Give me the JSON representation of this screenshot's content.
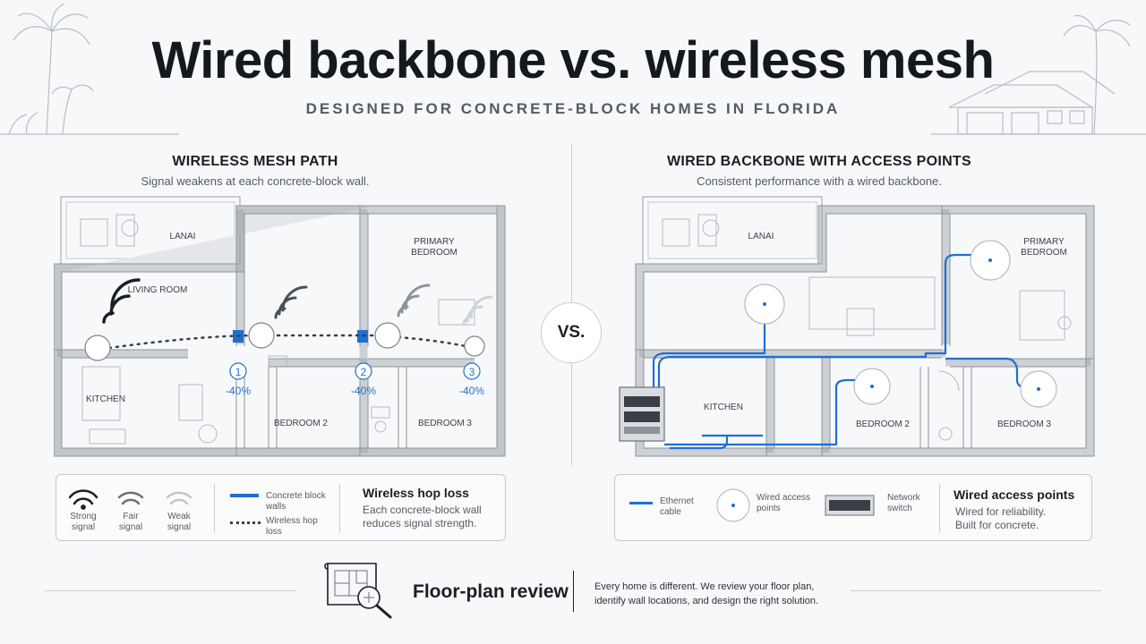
{
  "header": {
    "title": "Wired backbone vs. wireless mesh",
    "subtitle": "DESIGNED FOR CONCRETE-BLOCK HOMES IN FLORIDA"
  },
  "left_panel": {
    "title": "WIRELESS MESH PATH",
    "subtitle": "Signal weakens at each concrete-block wall.",
    "rooms": {
      "lanai": "LANAI",
      "primary_line1": "PRIMARY",
      "primary_line2": "BEDROOM",
      "living": "LIVING ROOM",
      "kitchen": "KITCHEN",
      "bedroom2": "BEDROOM 2",
      "bedroom3": "BEDROOM 3"
    },
    "hops": [
      {
        "num": "1",
        "loss": "-40%"
      },
      {
        "num": "2",
        "loss": "-40%"
      },
      {
        "num": "3",
        "loss": "-40%"
      }
    ],
    "legend": {
      "strong_line1": "Strong",
      "strong_line2": "signal",
      "fair_line1": "Fair",
      "fair_line2": "signal",
      "weak_line1": "Weak",
      "weak_line2": "signal",
      "wall_line1": "Concrete block",
      "wall_line2": "walls",
      "hop_line1": "Wireless hop",
      "hop_line2": "loss",
      "heading": "Wireless hop loss",
      "desc_line1": "Each concrete-block wall",
      "desc_line2": "reduces signal strength."
    }
  },
  "vs_label": "VS.",
  "right_panel": {
    "title": "WIRED BACKBONE WITH ACCESS POINTS",
    "subtitle": "Consistent performance with a wired backbone.",
    "rooms": {
      "lanai": "LANAI",
      "primary_line1": "PRIMARY",
      "primary_line2": "BEDROOM",
      "kitchen": "KITCHEN",
      "bedroom2": "BEDROOM 2",
      "bedroom3": "BEDROOM 3"
    },
    "legend": {
      "ethernet_line1": "Ethernet",
      "ethernet_line2": "cable",
      "ap_line1": "Wired access",
      "ap_line2": "points",
      "switch_line1": "Network",
      "switch_line2": "switch",
      "heading": "Wired access points",
      "desc_line1": "Wired for reliability.",
      "desc_line2": "Built for concrete."
    }
  },
  "footer": {
    "title": "Floor-plan review",
    "text": "Every  home is different. We review your floor plan, identify wall locations, and design the right solution."
  },
  "colors": {
    "accent_blue": "#1f6fd1",
    "wall_fill": "#e4e6e9",
    "line": "#9aa0a7"
  },
  "icons": [
    "palm-tree-icon",
    "house-sketch-icon",
    "wifi-icon",
    "access-point-icon",
    "network-switch-icon",
    "floor-plan-magnifier-icon"
  ]
}
